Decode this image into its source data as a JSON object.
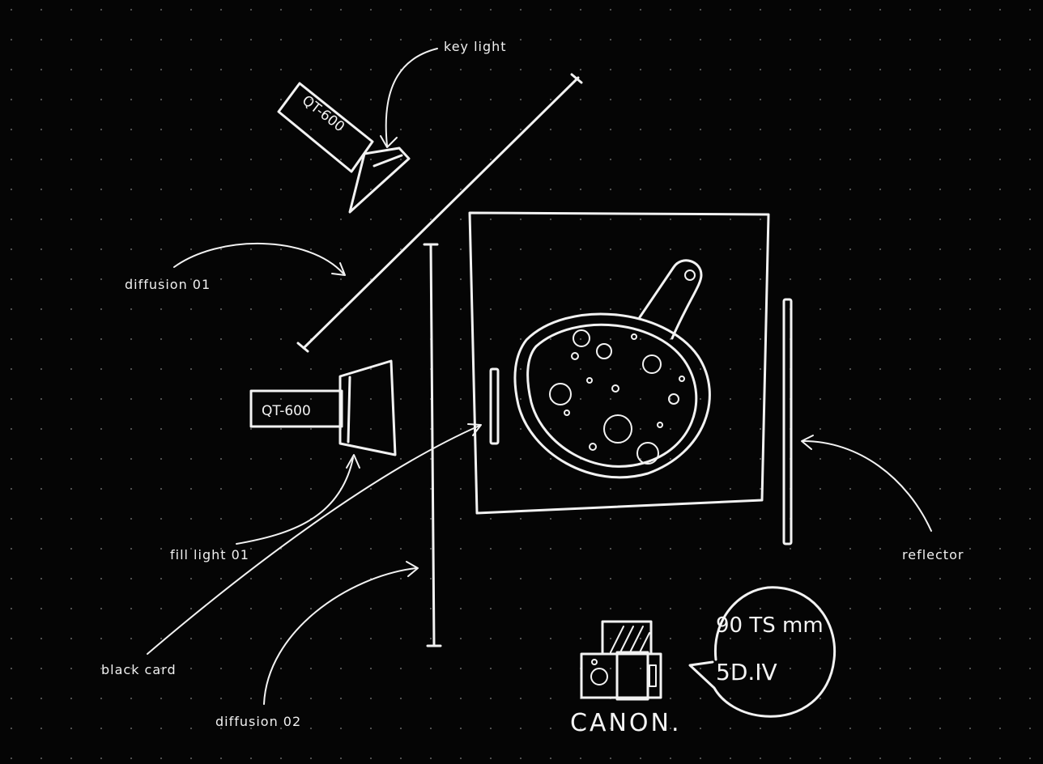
{
  "labels": {
    "key_light": "key light",
    "diffusion_01": "diffusion 01",
    "fill_light_01": "fill light 01",
    "black_card": "black card",
    "diffusion_02": "diffusion 02",
    "reflector": "reflector"
  },
  "lights": {
    "key_light_model": "QT-600",
    "fill_light_model": "QT-600"
  },
  "camera": {
    "brand": "CANON.",
    "lens": "90 TS mm",
    "body": "5D.IV"
  },
  "colors": {
    "background": "#050505",
    "ink": "#f2f2f2",
    "dot": "#5a5a5a"
  }
}
